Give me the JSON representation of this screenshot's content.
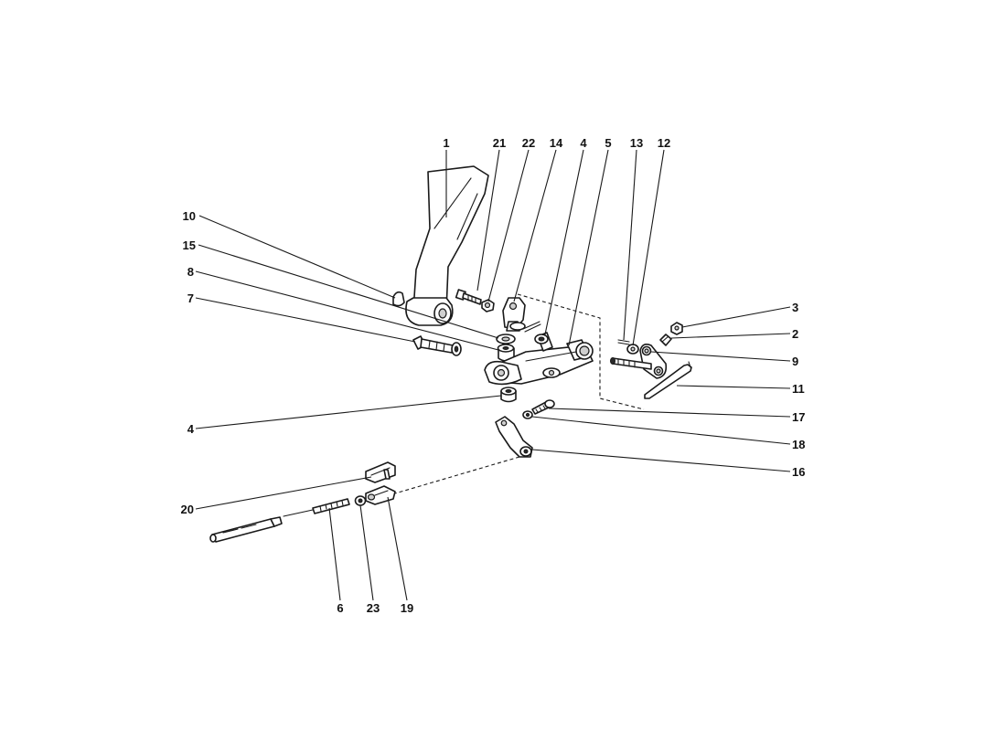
{
  "callouts": {
    "c1": "1",
    "c21": "21",
    "c22": "22",
    "c14": "14",
    "c4a": "4",
    "c5": "5",
    "c13": "13",
    "c12": "12",
    "c10": "10",
    "c15": "15",
    "c8": "8",
    "c7": "7",
    "c3": "3",
    "c2": "2",
    "c9": "9",
    "c11": "11",
    "c4b": "4",
    "c17": "17",
    "c18": "18",
    "c16": "16",
    "c20": "20",
    "c6": "6",
    "c23": "23",
    "c19": "19"
  }
}
